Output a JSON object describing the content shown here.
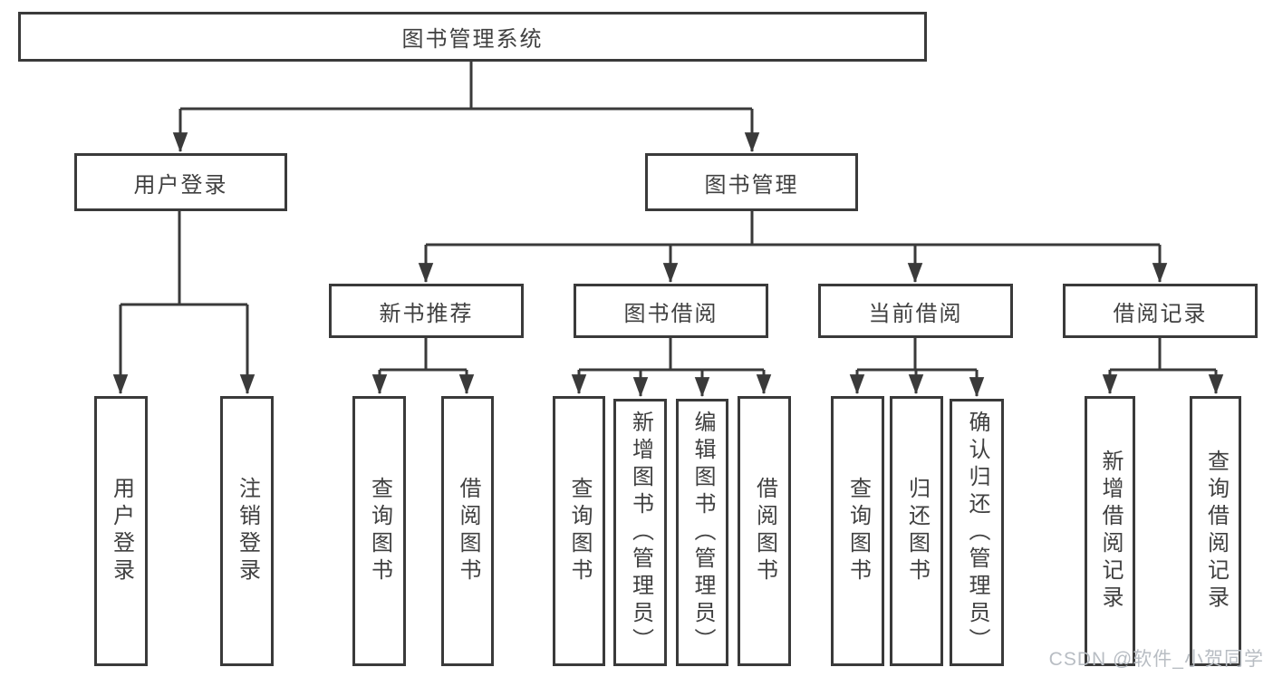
{
  "tree": {
    "label": "图书管理系统",
    "children": [
      {
        "label": "用户登录",
        "children": [
          {
            "label": "用户登录"
          },
          {
            "label": "注销登录"
          }
        ]
      },
      {
        "label": "图书管理",
        "children": [
          {
            "label": "新书推荐",
            "children": [
              {
                "label": "查询图书"
              },
              {
                "label": "借阅图书"
              }
            ]
          },
          {
            "label": "图书借阅",
            "children": [
              {
                "label": "查询图书"
              },
              {
                "label": "新增图书（管理员）"
              },
              {
                "label": "编辑图书（管理员）"
              },
              {
                "label": "借阅图书"
              }
            ]
          },
          {
            "label": "当前借阅",
            "children": [
              {
                "label": "查询图书"
              },
              {
                "label": "归还图书"
              },
              {
                "label": "确认归还（管理员）"
              }
            ]
          },
          {
            "label": "借阅记录",
            "children": [
              {
                "label": "新增借阅记录"
              },
              {
                "label": "查询借阅记录"
              }
            ]
          }
        ]
      }
    ]
  },
  "watermark": {
    "text": "CSDN @软件_小贺同学"
  },
  "colors": {
    "line": "#3a3a3a",
    "text": "#404040",
    "background": "#ffffff",
    "watermark": "#b8bdc3"
  }
}
